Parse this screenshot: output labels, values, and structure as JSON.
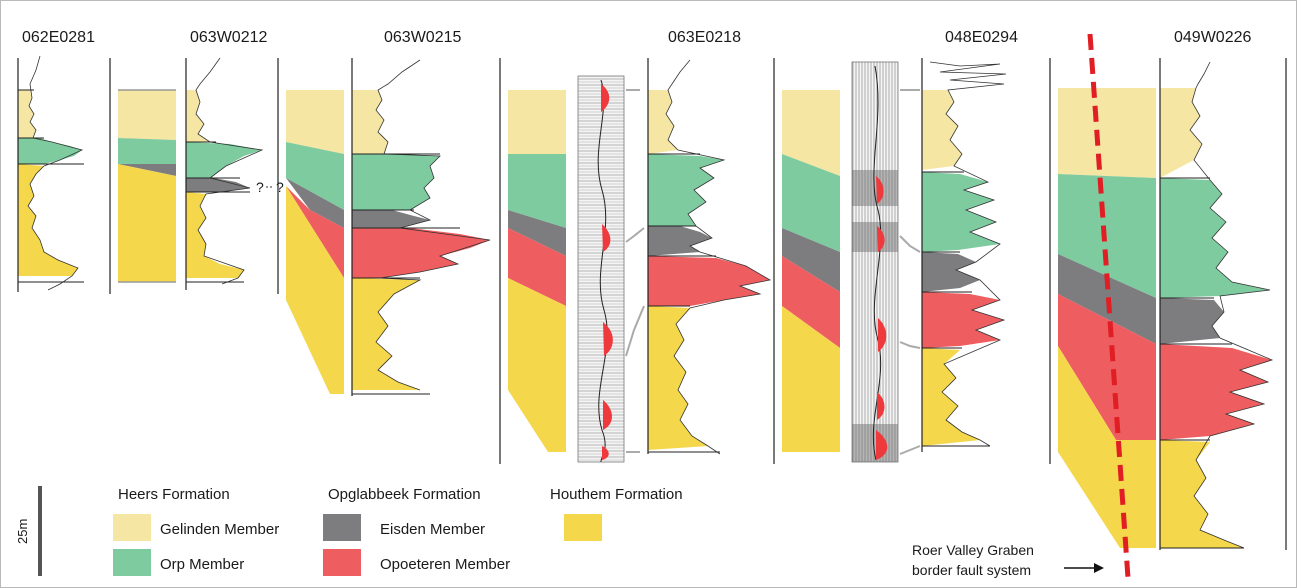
{
  "wells": [
    "062E0281",
    "063W0212",
    "063W0215",
    "063E0218",
    "048E0294",
    "049W0226"
  ],
  "uncertainty_marks": [
    "?",
    "?"
  ],
  "scale_bar": {
    "label": "25m"
  },
  "legend": {
    "groups": [
      {
        "title": "Heers Formation",
        "items": [
          {
            "label": "Gelinden Member",
            "color": "#f5e6a4"
          },
          {
            "label": "Orp Member",
            "color": "#7fcba0"
          }
        ]
      },
      {
        "title": "Opglabbeek Formation",
        "items": [
          {
            "label": "Eisden Member",
            "color": "#7d7d80"
          },
          {
            "label": "Opoeteren Member",
            "color": "#ee5d60"
          }
        ]
      },
      {
        "title": "Houthem Formation",
        "items": [
          {
            "label": "",
            "color": "#f4d74a"
          }
        ]
      }
    ]
  },
  "fault": {
    "label_line1": "Roer Valley Graben",
    "label_line2": "border fault system",
    "color": "#e01e24"
  }
}
